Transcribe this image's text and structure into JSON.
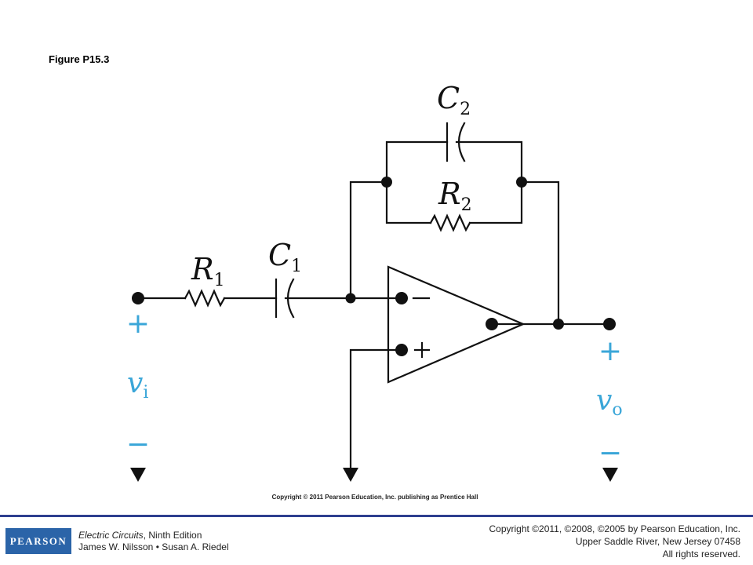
{
  "figure": {
    "label": "Figure P15.3"
  },
  "circuit": {
    "components": {
      "r1": {
        "symbol": "R",
        "sub": "1"
      },
      "c1": {
        "symbol": "C",
        "sub": "1"
      },
      "r2": {
        "symbol": "R",
        "sub": "2"
      },
      "c2": {
        "symbol": "C",
        "sub": "2"
      }
    },
    "opamp": {
      "inverting": "−",
      "noninverting": "+"
    },
    "input": {
      "plus": "+",
      "symbol": "v",
      "sub": "i",
      "minus": "−"
    },
    "output": {
      "plus": "+",
      "symbol": "v",
      "sub": "o",
      "minus": "−"
    },
    "colors": {
      "wire": "#111111",
      "terminal_labels": "#3aa6d8"
    }
  },
  "diagram_copyright": "Copyright © 2011 Pearson Education, Inc. publishing as Prentice Hall",
  "footer": {
    "logo": "PEARSON",
    "book_title": "Electric Circuits",
    "book_edition": ", Ninth Edition",
    "authors": "James W. Nilsson • Susan A. Riedel",
    "copyright_lines": [
      "Copyright ©2011, ©2008, ©2005 by Pearson Education, Inc.",
      "Upper Saddle River, New Jersey 07458",
      "All rights reserved."
    ],
    "colors": {
      "rule": "#2e3f8f",
      "logo_bg": "#2b64a8"
    }
  }
}
